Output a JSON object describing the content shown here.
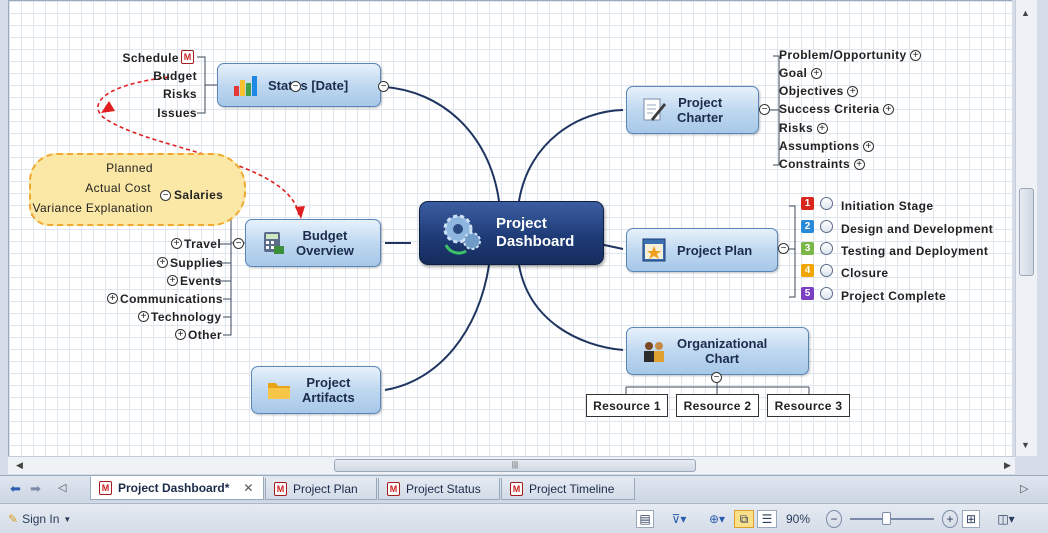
{
  "central": {
    "title_line1": "Project",
    "title_line2": "Dashboard",
    "icon": "gears-icon"
  },
  "status_node": {
    "label": "Status [Date]",
    "icon": "bar-chart-icon",
    "children": [
      {
        "label": "Schedule",
        "attachment_icon": "mindmap-file-icon"
      },
      {
        "label": "Budget"
      },
      {
        "label": "Risks"
      },
      {
        "label": "Issues"
      }
    ]
  },
  "budget_node": {
    "label_line1": "Budget",
    "label_line2": "Overview",
    "icon": "calculator-icon",
    "salaries": {
      "label": "Salaries",
      "children": [
        "Planned",
        "Actual Cost",
        "Variance Explanation"
      ]
    },
    "children": [
      "Travel",
      "Supplies",
      "Events",
      "Communications",
      "Technology",
      "Other"
    ]
  },
  "artifacts_node": {
    "label_line1": "Project",
    "label_line2": "Artifacts",
    "icon": "folder-icon"
  },
  "charter_node": {
    "label_line1": "Project",
    "label_line2": "Charter",
    "icon": "document-pen-icon",
    "children": [
      "Problem/Opportunity",
      "Goal",
      "Objectives",
      "Success Criteria",
      "Risks",
      "Assumptions",
      "Constraints"
    ]
  },
  "plan_node": {
    "label": "Project Plan",
    "icon": "star-calendar-icon",
    "stages": [
      {
        "num": "1",
        "label": "Initiation Stage",
        "color": "#d9261c"
      },
      {
        "num": "2",
        "label": "Design and Development",
        "color": "#2b8ad8"
      },
      {
        "num": "3",
        "label": "Testing and Deployment",
        "color": "#7ab648"
      },
      {
        "num": "4",
        "label": "Closure",
        "color": "#f0a500"
      },
      {
        "num": "5",
        "label": "Project Complete",
        "color": "#7a3fc2"
      }
    ]
  },
  "org_node": {
    "label_line1": "Organizational",
    "label_line2": "Chart",
    "icon": "people-icon",
    "resources": [
      "Resource 1",
      "Resource 2",
      "Resource 3"
    ]
  },
  "tabs": [
    {
      "label": "Project Dashboard*",
      "active": true
    },
    {
      "label": "Project Plan",
      "active": false
    },
    {
      "label": "Project Status",
      "active": false
    },
    {
      "label": "Project Timeline",
      "active": false
    }
  ],
  "statusbar": {
    "sign_in": "Sign In",
    "zoom": "90%"
  },
  "colors": {
    "node_border": "#5a86b8",
    "central_bg": "#1f3c78",
    "link_dash": "#e02020"
  }
}
